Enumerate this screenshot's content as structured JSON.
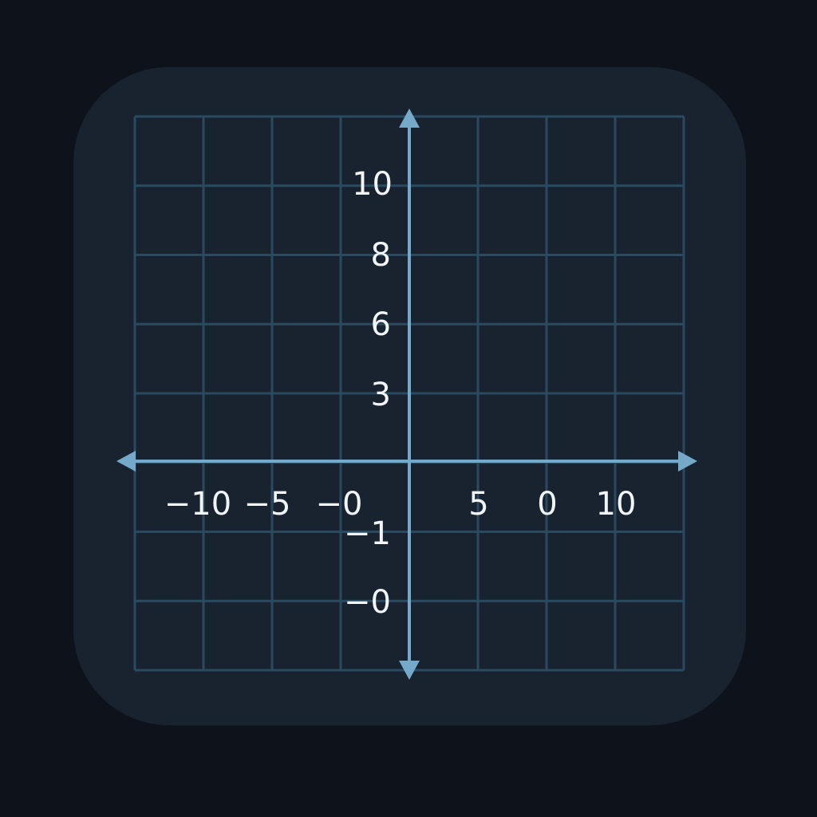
{
  "colors": {
    "page_background": "#0e121a",
    "tile_background": "#18232f",
    "grid_line": "#2a4a60",
    "axis": "#75a9ca",
    "label_text": "#f2f5f8"
  },
  "icon": {
    "name": "coordinate-plane-icon",
    "description_icons": [
      "arrow-up-icon",
      "arrow-down-icon",
      "arrow-left-icon",
      "arrow-right-icon"
    ]
  },
  "grid": {
    "columns": 8,
    "rows": 8,
    "axis_column_index": 4,
    "axis_row_index": 5
  },
  "labels": {
    "x": [
      "−10",
      "−5",
      "−0",
      "5",
      "0",
      "10"
    ],
    "y": [
      "10",
      "8",
      "6",
      "3",
      "−1",
      "−0"
    ]
  }
}
